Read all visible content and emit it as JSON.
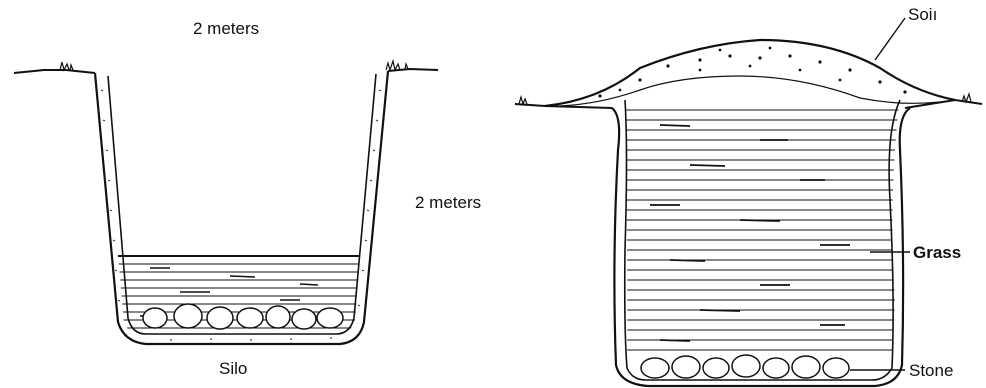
{
  "diagram": {
    "label_width": "2 meters",
    "label_depth": "2 meters",
    "label_silo": "Silo",
    "label_soil": "Soiı",
    "label_grass": "Grass",
    "label_stone": "Stone"
  },
  "colors": {
    "ink": "#111111",
    "background": "#ffffff"
  }
}
